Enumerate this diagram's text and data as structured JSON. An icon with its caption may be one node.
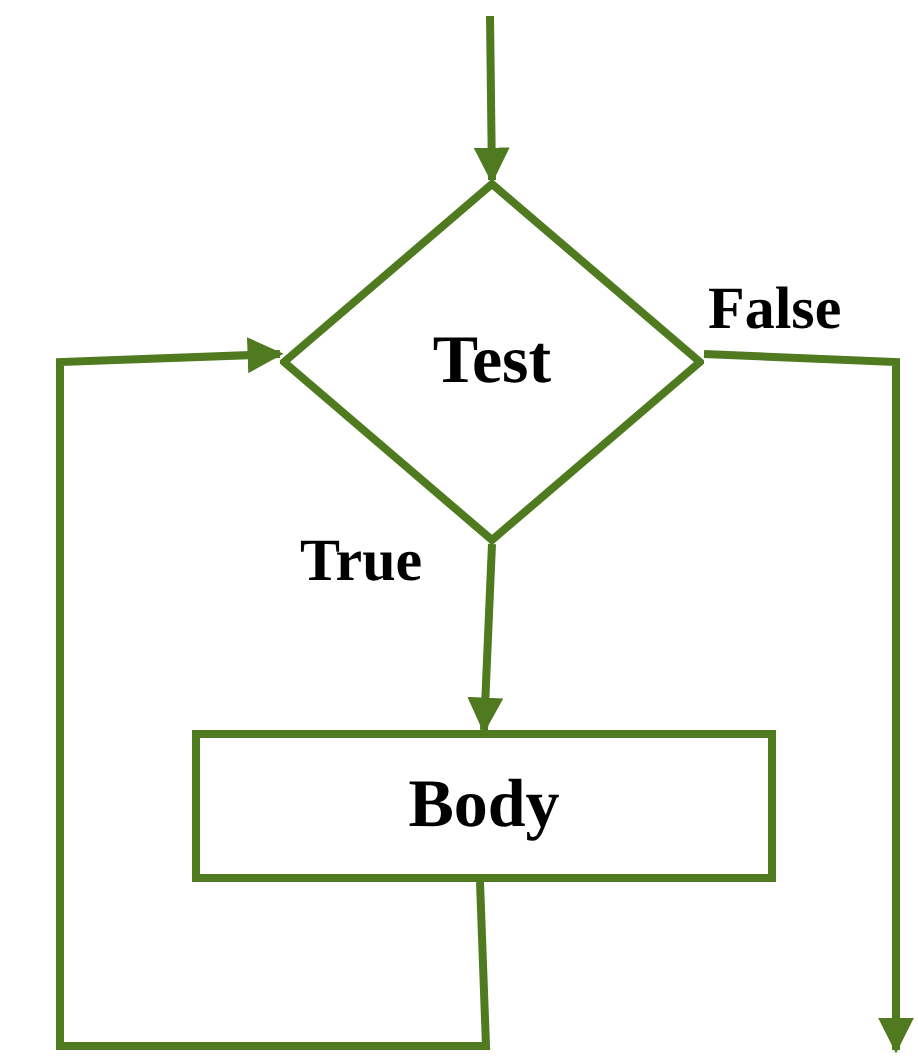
{
  "diagram": {
    "nodes": [
      {
        "text": [
          "Test"
        ]
      },
      {
        "text": [
          "Body"
        ]
      }
    ],
    "edges": [
      {
        "from": null,
        "to": 0,
        "arrow": "to"
      },
      {
        "from": 0,
        "to": 1,
        "label": "True",
        "arrow": "to"
      },
      {
        "from": 1,
        "to": 0,
        "arrow": "to"
      },
      {
        "from": 0,
        "to": null,
        "label": "False",
        "arrow": "to"
      }
    ]
  }
}
